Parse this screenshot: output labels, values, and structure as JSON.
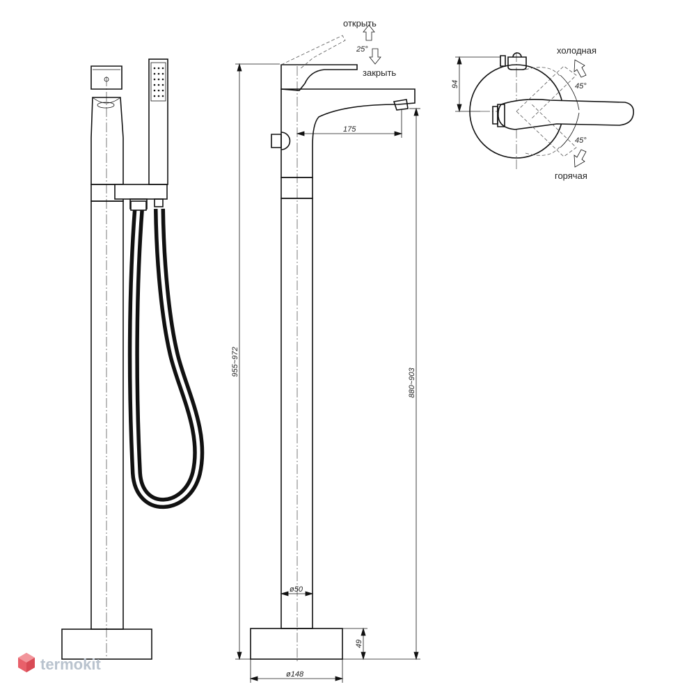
{
  "labels": {
    "open": "открыть",
    "close": "закрыть",
    "cold": "холодная",
    "hot": "горячая"
  },
  "dimensions": {
    "height_total": "955~972",
    "spout_height": "880~903",
    "spout_reach": "175",
    "pipe_diameter": "ø50",
    "base_diameter": "ø148",
    "base_height": "49",
    "handle_angle": "25°",
    "cold_angle": "45°",
    "hot_angle": "45°",
    "handle_offset": "94"
  },
  "watermark": {
    "brand": "termokit"
  },
  "colors": {
    "line": "#111111",
    "watermark_text": "#b9c3ce",
    "watermark_logo": "#e8606a"
  }
}
